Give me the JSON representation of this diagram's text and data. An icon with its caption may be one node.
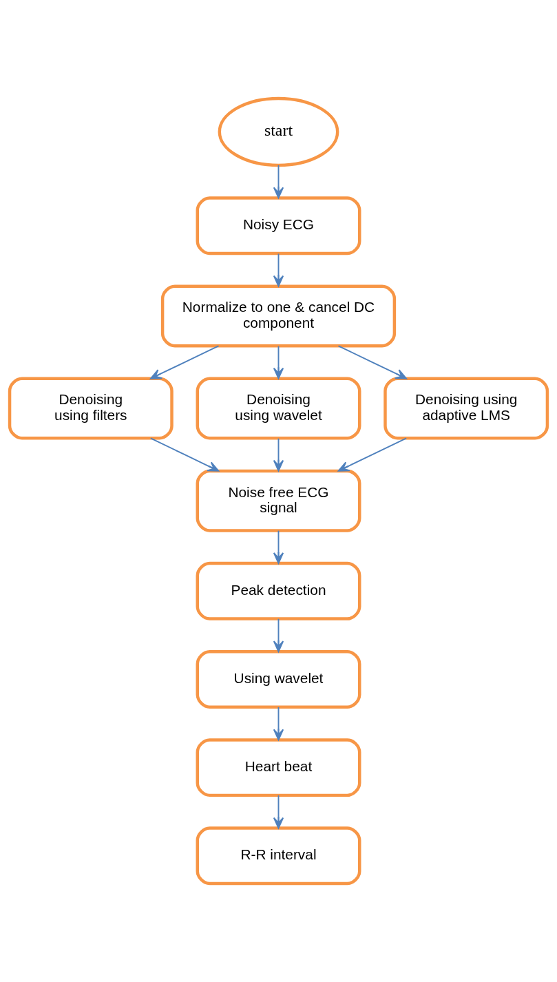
{
  "diagram": {
    "nodes": [
      {
        "text": [
          "start"
        ]
      },
      {
        "text": [
          "Noisy ECG"
        ]
      },
      {
        "text": [
          "Normalize to one & cancel DC component"
        ]
      },
      {
        "text": [
          "Denoising using filters"
        ]
      },
      {
        "text": [
          "Denoising using wavelet"
        ]
      },
      {
        "text": [
          "Denoising using adaptive LMS"
        ]
      },
      {
        "text": [
          "Noise free ECG signal"
        ]
      },
      {
        "text": [
          "Peak detection"
        ]
      },
      {
        "text": [
          "Using wavelet"
        ]
      },
      {
        "text": [
          "Heart beat"
        ]
      },
      {
        "text": [
          "R-R interval"
        ]
      }
    ],
    "edges": [
      {
        "from": 0,
        "to": 1,
        "arrow": "to"
      },
      {
        "from": 1,
        "to": 2,
        "arrow": "to"
      },
      {
        "from": 2,
        "to": 3,
        "arrow": "to"
      },
      {
        "from": 2,
        "to": 4,
        "arrow": "to"
      },
      {
        "from": 2,
        "to": 5,
        "arrow": "to"
      },
      {
        "from": 3,
        "to": 6,
        "arrow": "to"
      },
      {
        "from": 4,
        "to": 6,
        "arrow": "to"
      },
      {
        "from": 5,
        "to": 6,
        "arrow": "to"
      },
      {
        "from": 6,
        "to": 7,
        "arrow": "to"
      },
      {
        "from": 7,
        "to": 8,
        "arrow": "to"
      },
      {
        "from": 8,
        "to": 9,
        "arrow": "to"
      },
      {
        "from": 9,
        "to": 10,
        "arrow": "to"
      }
    ]
  }
}
